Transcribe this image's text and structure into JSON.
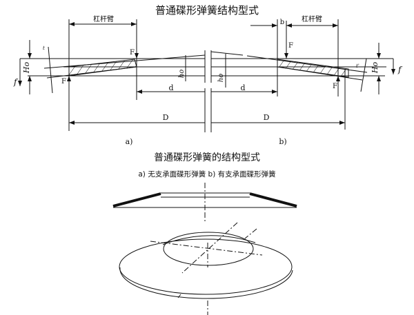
{
  "title": "普通碟形弹簧结构型式",
  "caption_title": "普通碟形弹簧的结构型式",
  "caption_sub": "a)  无支承面碟形弹簧 b) 有支承面碟形弹簧",
  "labels": {
    "lever_arm": "杠杆臂",
    "force": "F",
    "free_height": "Ho",
    "deflection": "f",
    "cone_height": "ho",
    "inner_diameter": "d",
    "outer_diameter": "D",
    "bearing_width": "b",
    "thickness_a": "t",
    "thickness_b": "t'",
    "fig_a": "a)",
    "fig_b": "b)"
  }
}
